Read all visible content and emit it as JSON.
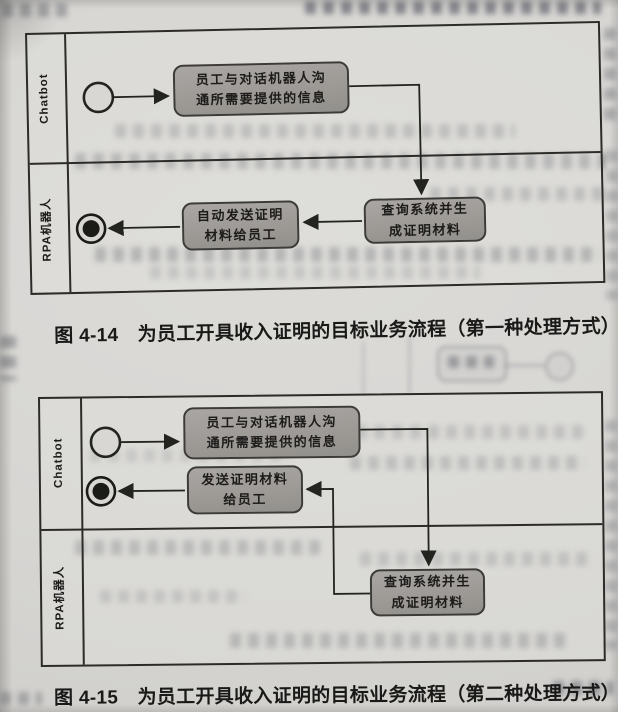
{
  "palette": {
    "paper": "#d8d7d4",
    "box_fill": "#9e9b98",
    "ink": "#1d1c1a",
    "line": "#23231f"
  },
  "icons": {
    "start_event": "thin-open-circle",
    "end_event": "thick-ring-with-filled-dot",
    "arrow": "solid-triangle-arrowhead"
  },
  "figures": [
    {
      "caption": "图 4-14　为员工开具收入证明的目标业务流程（第一种处理方式）",
      "lane_top": "Chatbot",
      "lane_bottom": "RPA机器人",
      "task_communicate": "员工与对话机器人沟\n通所需要提供的信息",
      "task_query": "查询系统并生\n成证明材料",
      "task_send": "自动发送证明\n材料给员工"
    },
    {
      "caption": "图 4-15　为员工开具收入证明的目标业务流程（第二种处理方式）",
      "lane_top": "Chatbot",
      "lane_bottom": "RPA机器人",
      "task_communicate": "员工与对话机器人沟\n通所需要提供的信息",
      "task_send": "发送证明材料\n给员工",
      "task_query": "查询系统并生\n成证明材料"
    }
  ]
}
